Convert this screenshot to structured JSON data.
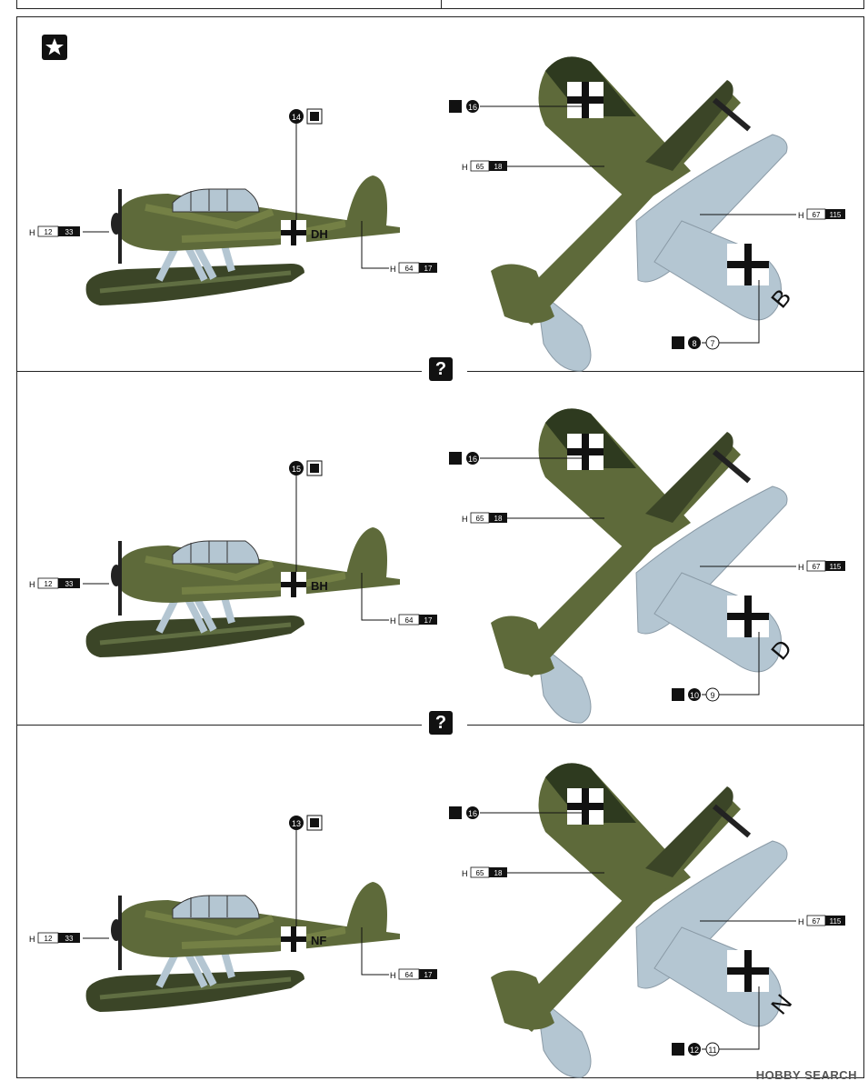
{
  "sections": [
    {
      "badge": "star-icon",
      "side": {
        "fuselage_code": "DH",
        "decal_top": "14",
        "left_label": {
          "letter": "H",
          "part": "12",
          "paint": "33"
        },
        "right_label": {
          "letter": "H",
          "part": "64",
          "paint": "17"
        }
      },
      "top": {
        "wing_letter": "B",
        "decal_cross": "16",
        "label_a": {
          "letter": "H",
          "part": "65",
          "paint": "18"
        },
        "label_b": {
          "letter": "H",
          "part": "67",
          "paint": "115"
        },
        "decal_bottom": "8",
        "decal_bottom_alt": "7"
      }
    },
    {
      "badge": "?",
      "side": {
        "fuselage_code": "BH",
        "decal_top": "15",
        "left_label": {
          "letter": "H",
          "part": "12",
          "paint": "33"
        },
        "right_label": {
          "letter": "H",
          "part": "64",
          "paint": "17"
        }
      },
      "top": {
        "wing_letter": "D",
        "decal_cross": "16",
        "label_a": {
          "letter": "H",
          "part": "65",
          "paint": "18"
        },
        "label_b": {
          "letter": "H",
          "part": "67",
          "paint": "115"
        },
        "decal_bottom": "10",
        "decal_bottom_alt": "9"
      }
    },
    {
      "badge": "?",
      "side": {
        "fuselage_code": "NF",
        "decal_top": "13",
        "left_label": {
          "letter": "H",
          "part": "12",
          "paint": "33"
        },
        "right_label": {
          "letter": "H",
          "part": "64",
          "paint": "17"
        }
      },
      "top": {
        "wing_letter": "N",
        "decal_cross": "16",
        "label_a": {
          "letter": "H",
          "part": "65",
          "paint": "18"
        },
        "label_b": {
          "letter": "H",
          "part": "67",
          "paint": "115"
        },
        "decal_bottom": "12",
        "decal_bottom_alt": "11"
      }
    }
  ],
  "colors": {
    "green_dark": "#2e3a1f",
    "green_olive": "#5e6a3a",
    "light_blue": "#b4c6d2",
    "ink": "#111111"
  },
  "watermark": "HOBBY SEARCH"
}
